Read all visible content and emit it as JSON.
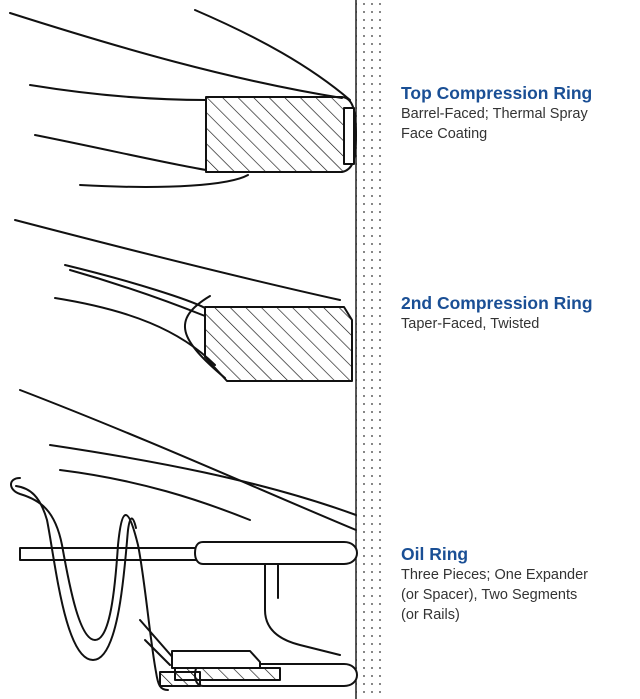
{
  "colors": {
    "title": "#1a4f95",
    "description": "#333333",
    "line": "#111111",
    "cylinder_dots": "#555555"
  },
  "rings": [
    {
      "title": "Top Compression Ring",
      "description_lines": [
        "Barrel-Faced; Thermal Spray",
        "Face Coating"
      ]
    },
    {
      "title": "2nd Compression Ring",
      "description_lines": [
        "Taper-Faced, Twisted"
      ]
    },
    {
      "title": "Oil Ring",
      "description_lines": [
        "Three Pieces; One Expander",
        "(or Spacer), Two Segments",
        "(or Rails)"
      ]
    }
  ]
}
